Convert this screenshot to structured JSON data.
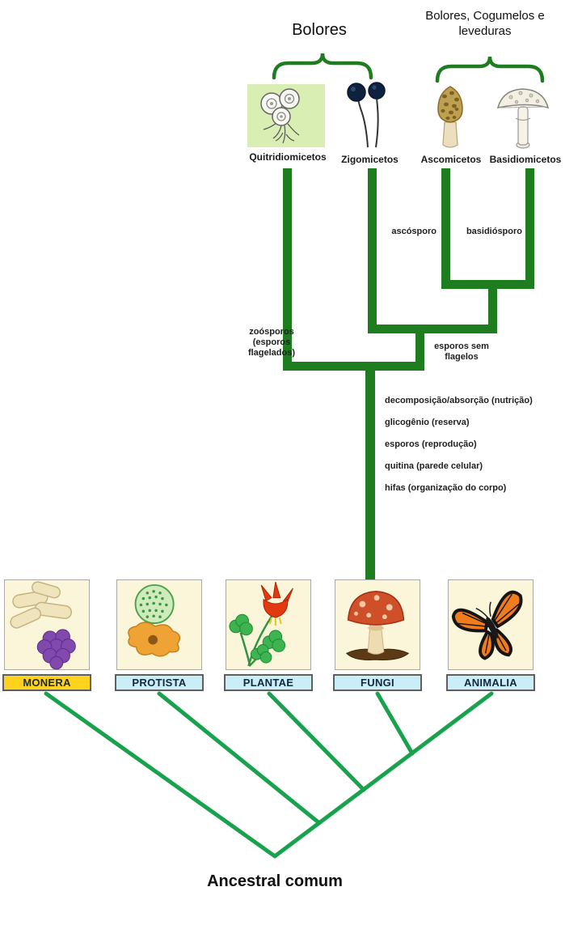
{
  "header": {
    "bolores_label": "Bolores",
    "bolores_cogumelos_label": "Bolores, Cogumelos e leveduras"
  },
  "taxa": [
    {
      "name": "Quitridiomicetos"
    },
    {
      "name": "Zigomicetos"
    },
    {
      "name": "Ascomicetos"
    },
    {
      "name": "Basidiomicetos"
    }
  ],
  "branch_labels": {
    "ascosporo": "ascósporo",
    "basidiosporo": "basidiósporo",
    "zoosporos_line1": "zoósporos",
    "zoosporos_line2": "(esporos",
    "zoosporos_line3": "flagelados)",
    "esporos_sem_flagelos": "esporos sem flagelos"
  },
  "trunk_traits": [
    "decomposição/absorção (nutrição)",
    "glicogênio (reserva)",
    "esporos (reprodução)",
    "quitina (parede celular)",
    "hifas (organização do corpo)"
  ],
  "kingdoms": [
    {
      "name": "MONERA"
    },
    {
      "name": "PROTISTA"
    },
    {
      "name": "PLANTAE"
    },
    {
      "name": "FUNGI"
    },
    {
      "name": "ANIMALIA"
    }
  ],
  "root": {
    "label": "Ancestral comum"
  },
  "colors": {
    "tree_line": "#1d7d1f",
    "cladogram_line": "#19a24e",
    "monera_label_bg": "#ffd21e",
    "kingdom_label_bg": "#c9eef8",
    "kingdom_box_bg": "#fbf6d9",
    "chytrid_panel_bg": "#d8eeb2"
  }
}
